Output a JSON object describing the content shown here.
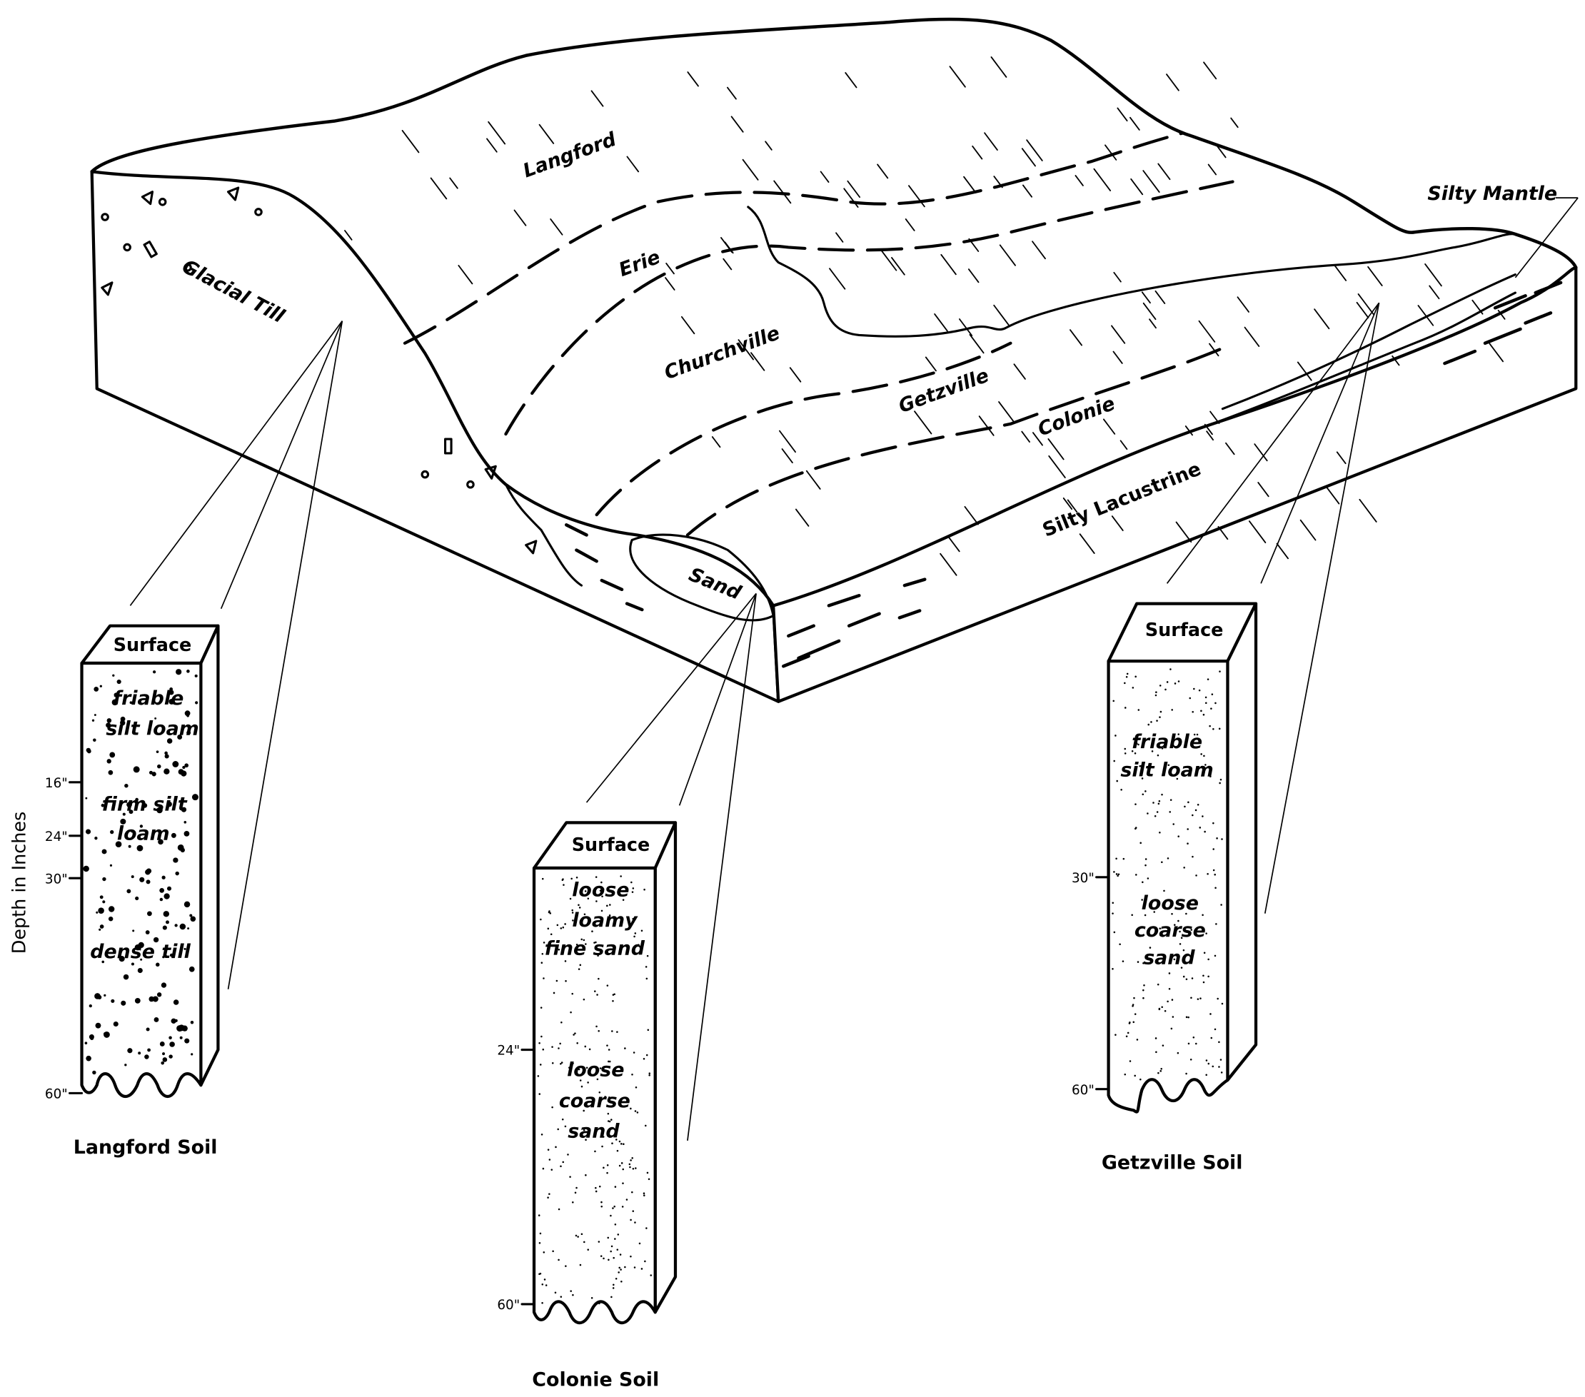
{
  "diagram": {
    "landforms": {
      "glacial_till": "Glacial Till",
      "silty_mantle": "Silty Mantle",
      "silty_lacustrine": "Silty Lacustrine",
      "sand": "Sand"
    },
    "soil_series": [
      "Langford",
      "Erie",
      "Churchville",
      "Getzville",
      "Colonie"
    ],
    "axis_label": "Depth in Inches",
    "columns": [
      {
        "name": "Langford Soil",
        "surface": "Surface",
        "layers": [
          "friable",
          "silt loam",
          "firm silt",
          "loam",
          "dense till"
        ],
        "ticks": [
          "16\"",
          "24\"",
          "30\"",
          "60\""
        ]
      },
      {
        "name": "Colonie Soil",
        "surface": "Surface",
        "layers": [
          "loose",
          "loamy",
          "fine sand",
          "loose",
          "coarse",
          "sand"
        ],
        "ticks": [
          "24\"",
          "60\""
        ]
      },
      {
        "name": "Getzville Soil",
        "surface": "Surface",
        "layers": [
          "friable",
          "silt loam",
          "loose",
          "coarse",
          "sand"
        ],
        "ticks": [
          "30\"",
          "60\""
        ]
      }
    ]
  }
}
